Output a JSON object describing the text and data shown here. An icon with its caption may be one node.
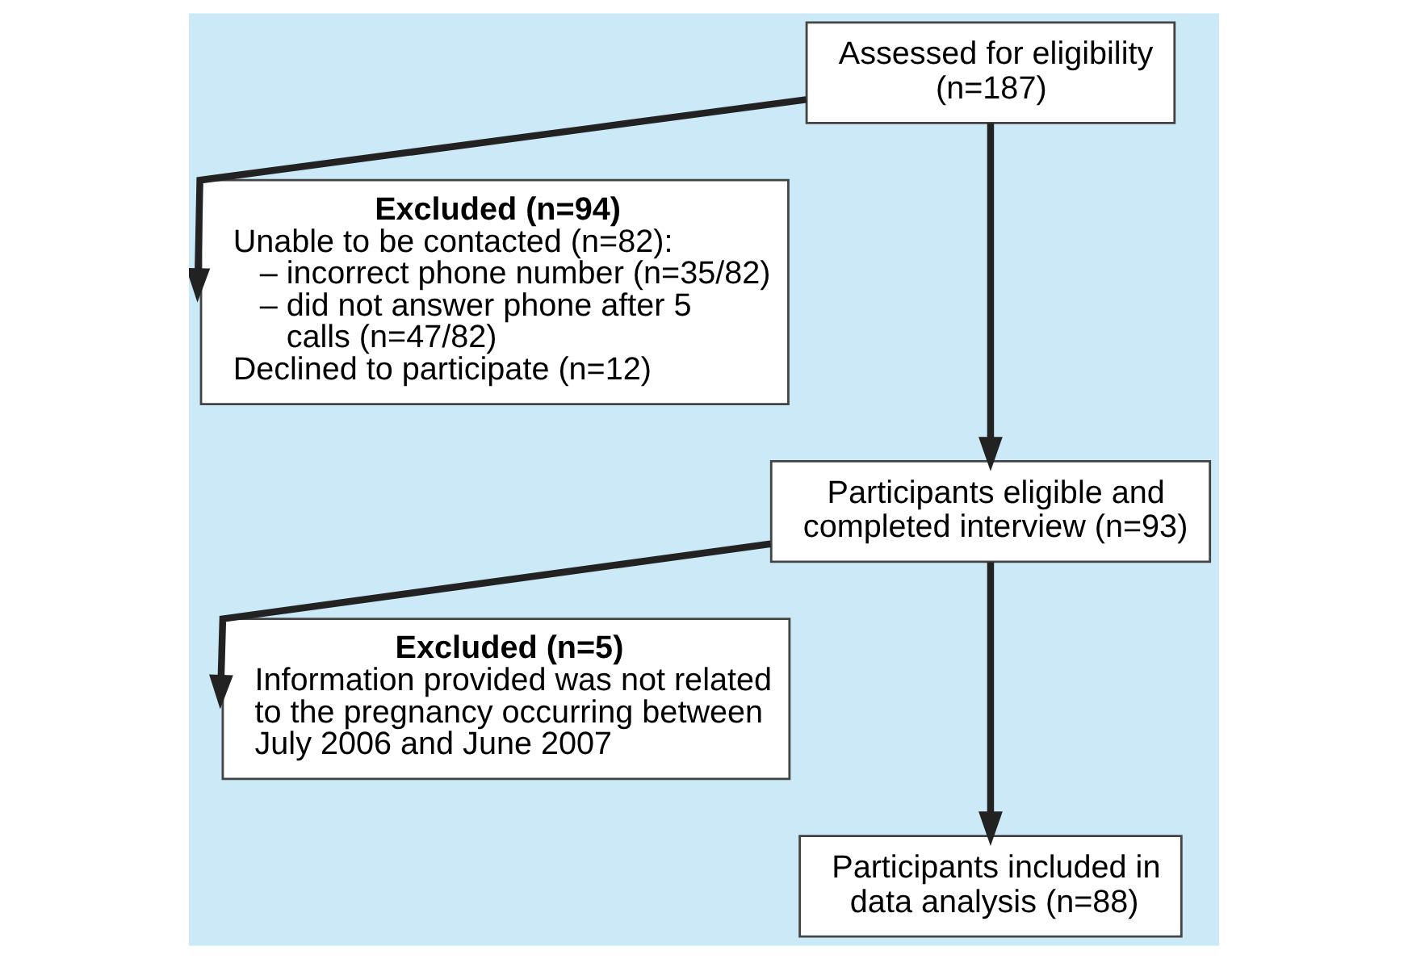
{
  "diagram": {
    "nodes": [
      {
        "text": [
          "Assessed for eligibility (n=187)"
        ]
      },
      {
        "text": [
          "Excluded (n=94)",
          "Unable to be contacted (n=82):",
          "– incorrect phone number (n=35/82)",
          "– did not answer phone after 5 calls (n=47/82)",
          "Declined to participate (n=12)"
        ]
      },
      {
        "text": [
          "Participants eligible and completed interview (n=93)"
        ]
      },
      {
        "text": [
          "Excluded (n=5)",
          "Information provided was not related to the pregnancy occurring between July 2006 and June 2007"
        ]
      },
      {
        "text": [
          "Participants included in data analysis (n=88)"
        ]
      }
    ],
    "edges": [
      {
        "from": 0,
        "to": 2,
        "arrow": "to"
      },
      {
        "from": 0,
        "to": 1,
        "arrow": "to"
      },
      {
        "from": 2,
        "to": 4,
        "arrow": "to"
      },
      {
        "from": 2,
        "to": 3,
        "arrow": "to"
      }
    ]
  }
}
